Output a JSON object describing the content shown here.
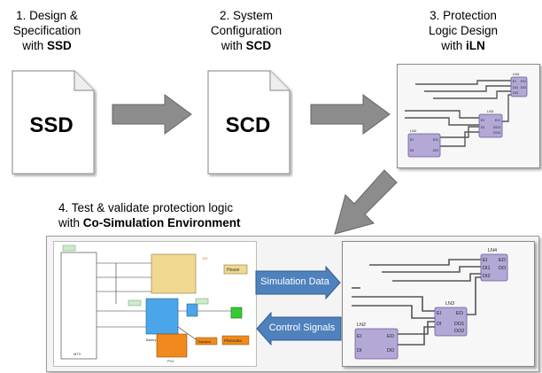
{
  "steps": [
    {
      "line1": "1. Design &",
      "line2": "Specification",
      "line3_pre": "with ",
      "line3_bold": "SSD"
    },
    {
      "line1": "2. System",
      "line2": "Configuration",
      "line3_pre": "with ",
      "line3_bold": "SCD"
    },
    {
      "line1": "3. Protection",
      "line2": "Logic Design",
      "line3_pre": "with ",
      "line3_bold": "iLN"
    },
    {
      "line1": "4. Test & validate protection logic",
      "line2_pre": "with ",
      "line2_bold": "Co-Simulation Environment"
    }
  ],
  "documents": {
    "ssd": "SSD",
    "scd": "SCD"
  },
  "flows": {
    "simulation_data": "Simulation Data",
    "control_signals": "Control Signals"
  },
  "logic_nodes": {
    "ln1": "LN1",
    "ln2": "LN2",
    "ln3": "LN3",
    "ln4": "LN4",
    "ei": "EI",
    "eo": "EO",
    "di": "DI",
    "di1": "DI1",
    "di2": "DI2",
    "do": "DO",
    "do1": "DO1",
    "do2": "DO2"
  },
  "simulation": {
    "house": "House",
    "battery": "Battery Converter1",
    "pv": "PV2",
    "photovolt": "Photovolta",
    "transient": "Transient",
    "bus": "MT3"
  },
  "colors": {
    "arrow": "#8c8c8c",
    "node": "#b3a8d6",
    "node_border": "#6a5a9e",
    "sim_yellow": "#f0d890",
    "sim_blue": "#4aa6e8",
    "sim_orange": "#f08a1c",
    "sim_green": "#33cc33"
  }
}
